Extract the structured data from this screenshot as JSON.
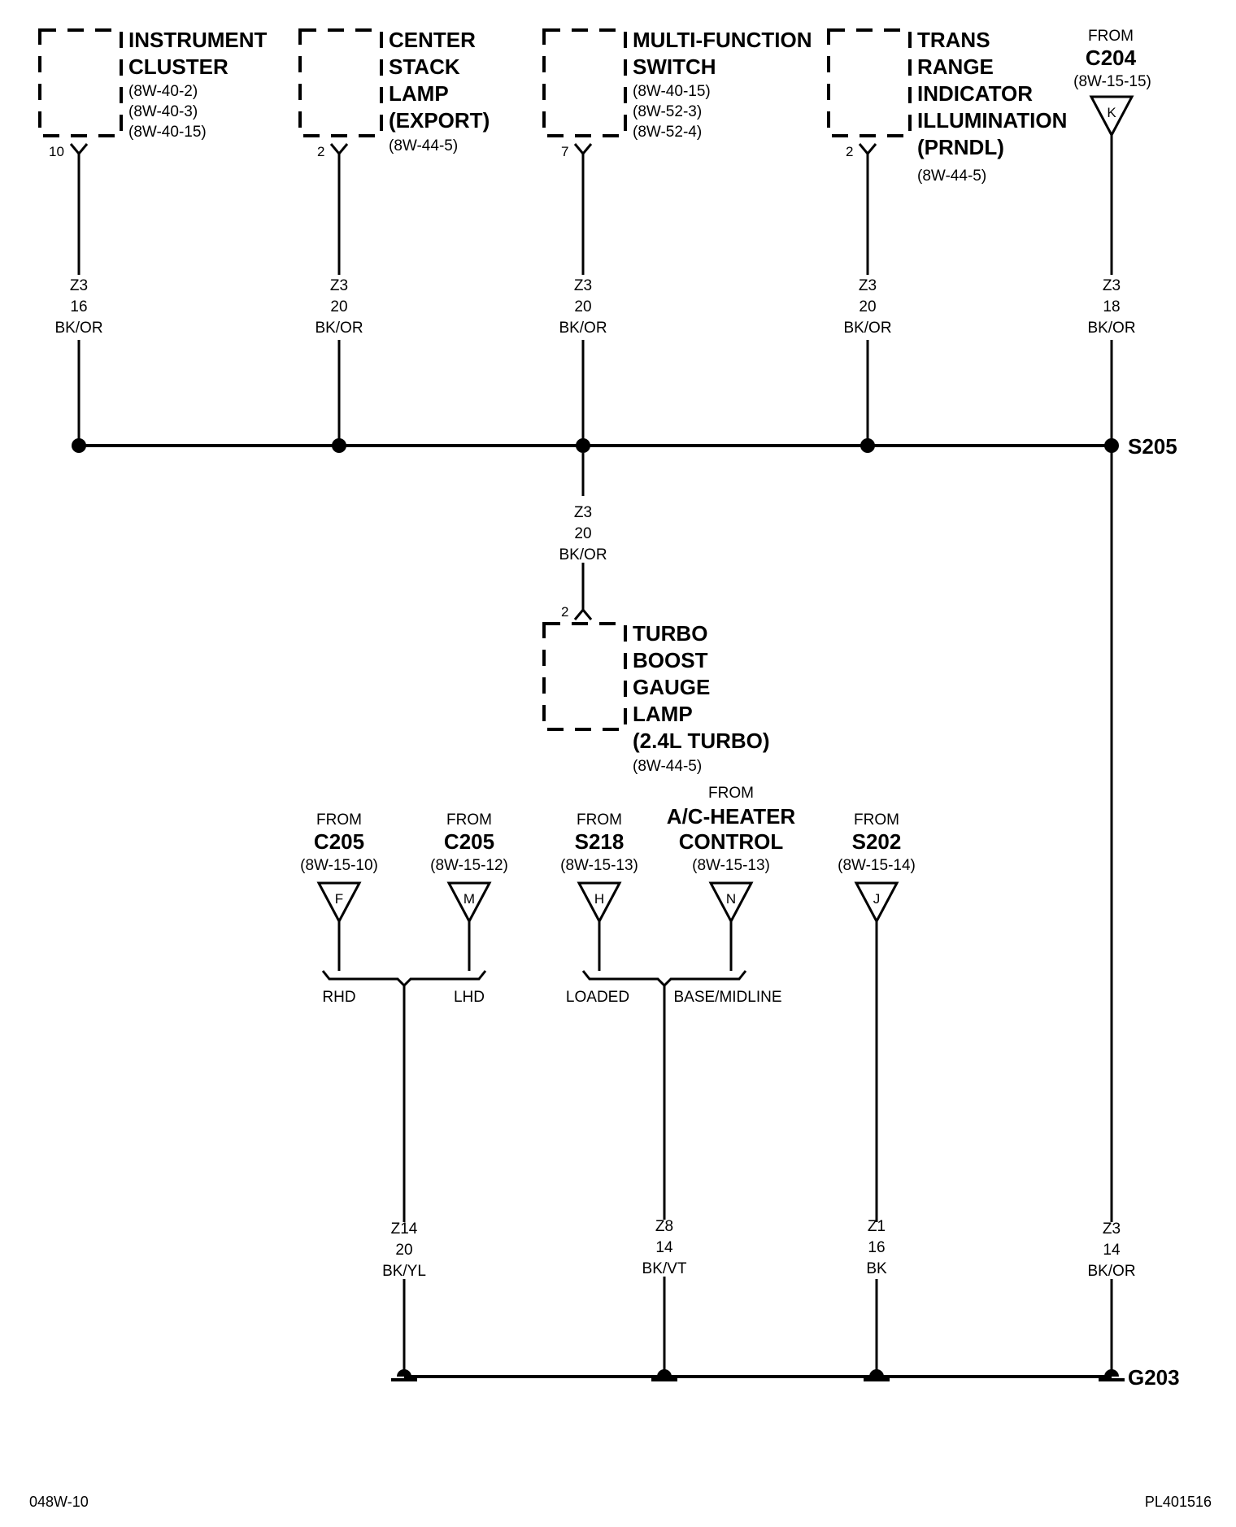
{
  "components": [
    {
      "name_lines": [
        "INSTRUMENT",
        "CLUSTER"
      ],
      "refs": [
        "(8W-40-2)",
        "(8W-40-3)",
        "(8W-40-15)"
      ],
      "pin": "10"
    },
    {
      "name_lines": [
        "CENTER",
        "STACK",
        "LAMP",
        "(EXPORT)"
      ],
      "refs": [
        "(8W-44-5)"
      ],
      "pin": "2"
    },
    {
      "name_lines": [
        "MULTI-FUNCTION",
        "SWITCH"
      ],
      "refs": [
        "(8W-40-15)",
        "(8W-52-3)",
        "(8W-52-4)"
      ],
      "pin": "7"
    },
    {
      "name_lines": [
        "TRANS",
        "RANGE",
        "INDICATOR",
        "ILLUMINATION",
        "(PRNDL)"
      ],
      "refs": [
        "(8W-44-5)"
      ],
      "pin": "2"
    },
    {
      "name_lines": [
        "TURBO",
        "BOOST",
        "GAUGE",
        "LAMP",
        "(2.4L TURBO)"
      ],
      "refs": [
        "(8W-44-5)"
      ],
      "pin": "2"
    }
  ],
  "from_c204": {
    "from": "FROM",
    "name": "C204",
    "ref": "(8W-15-15)",
    "letter": "K"
  },
  "top_wires": [
    {
      "circuit": "Z3",
      "gauge": "16",
      "color": "BK/OR"
    },
    {
      "circuit": "Z3",
      "gauge": "20",
      "color": "BK/OR"
    },
    {
      "circuit": "Z3",
      "gauge": "20",
      "color": "BK/OR"
    },
    {
      "circuit": "Z3",
      "gauge": "20",
      "color": "BK/OR"
    },
    {
      "circuit": "Z3",
      "gauge": "18",
      "color": "BK/OR"
    }
  ],
  "turbo_wire": {
    "circuit": "Z3",
    "gauge": "20",
    "color": "BK/OR"
  },
  "splice": "S205",
  "bottom_sources": [
    {
      "from": "FROM",
      "name": "C205",
      "ref": "(8W-15-10)",
      "letter": "F"
    },
    {
      "from": "FROM",
      "name": "C205",
      "ref": "(8W-15-12)",
      "letter": "M"
    },
    {
      "from": "FROM",
      "name": "S218",
      "ref": "(8W-15-13)",
      "letter": "H"
    },
    {
      "from": "FROM",
      "name_lines": [
        "A/C-HEATER",
        "CONTROL"
      ],
      "ref": "(8W-15-13)",
      "letter": "N"
    },
    {
      "from": "FROM",
      "name": "S202",
      "ref": "(8W-15-14)",
      "letter": "J"
    }
  ],
  "conditions": {
    "rhd": "RHD",
    "lhd": "LHD",
    "loaded": "LOADED",
    "base": "BASE/MIDLINE"
  },
  "ground_wires": [
    {
      "circuit": "Z14",
      "gauge": "20",
      "color": "BK/YL"
    },
    {
      "circuit": "Z8",
      "gauge": "14",
      "color": "BK/VT"
    },
    {
      "circuit": "Z1",
      "gauge": "16",
      "color": "BK"
    },
    {
      "circuit": "Z3",
      "gauge": "14",
      "color": "BK/OR"
    }
  ],
  "ground": "G203",
  "footer": {
    "left": "048W-10",
    "right": "PL401516"
  }
}
